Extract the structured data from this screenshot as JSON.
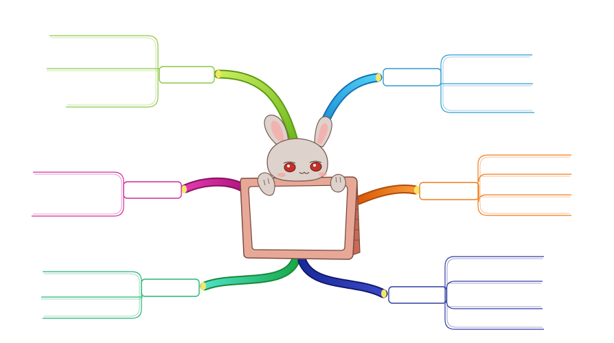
{
  "diagram": {
    "type": "mind-map",
    "center": {
      "icon": "bunny-with-whiteboard-icon",
      "label": "",
      "frame_color": "#e8a898",
      "frame_stroke": "#7a4a40"
    },
    "branches": [
      {
        "id": "top-left",
        "color": "#8cc63f",
        "label": "",
        "leaves": [
          "",
          "",
          ""
        ]
      },
      {
        "id": "mid-left",
        "color": "#cc2a9a",
        "label": "",
        "leaves": [
          "",
          ""
        ]
      },
      {
        "id": "bottom-left",
        "color": "#22b573",
        "label": "",
        "leaves": [
          "",
          "",
          ""
        ]
      },
      {
        "id": "top-right",
        "color": "#2e9ad0",
        "label": "",
        "leaves": [
          "",
          "",
          ""
        ]
      },
      {
        "id": "mid-right",
        "color": "#f07a1a",
        "label": "",
        "leaves": [
          "",
          "",
          "",
          ""
        ]
      },
      {
        "id": "bottom-right",
        "color": "#2d3aa0",
        "label": "",
        "leaves": [
          "",
          "",
          "",
          ""
        ]
      }
    ]
  }
}
